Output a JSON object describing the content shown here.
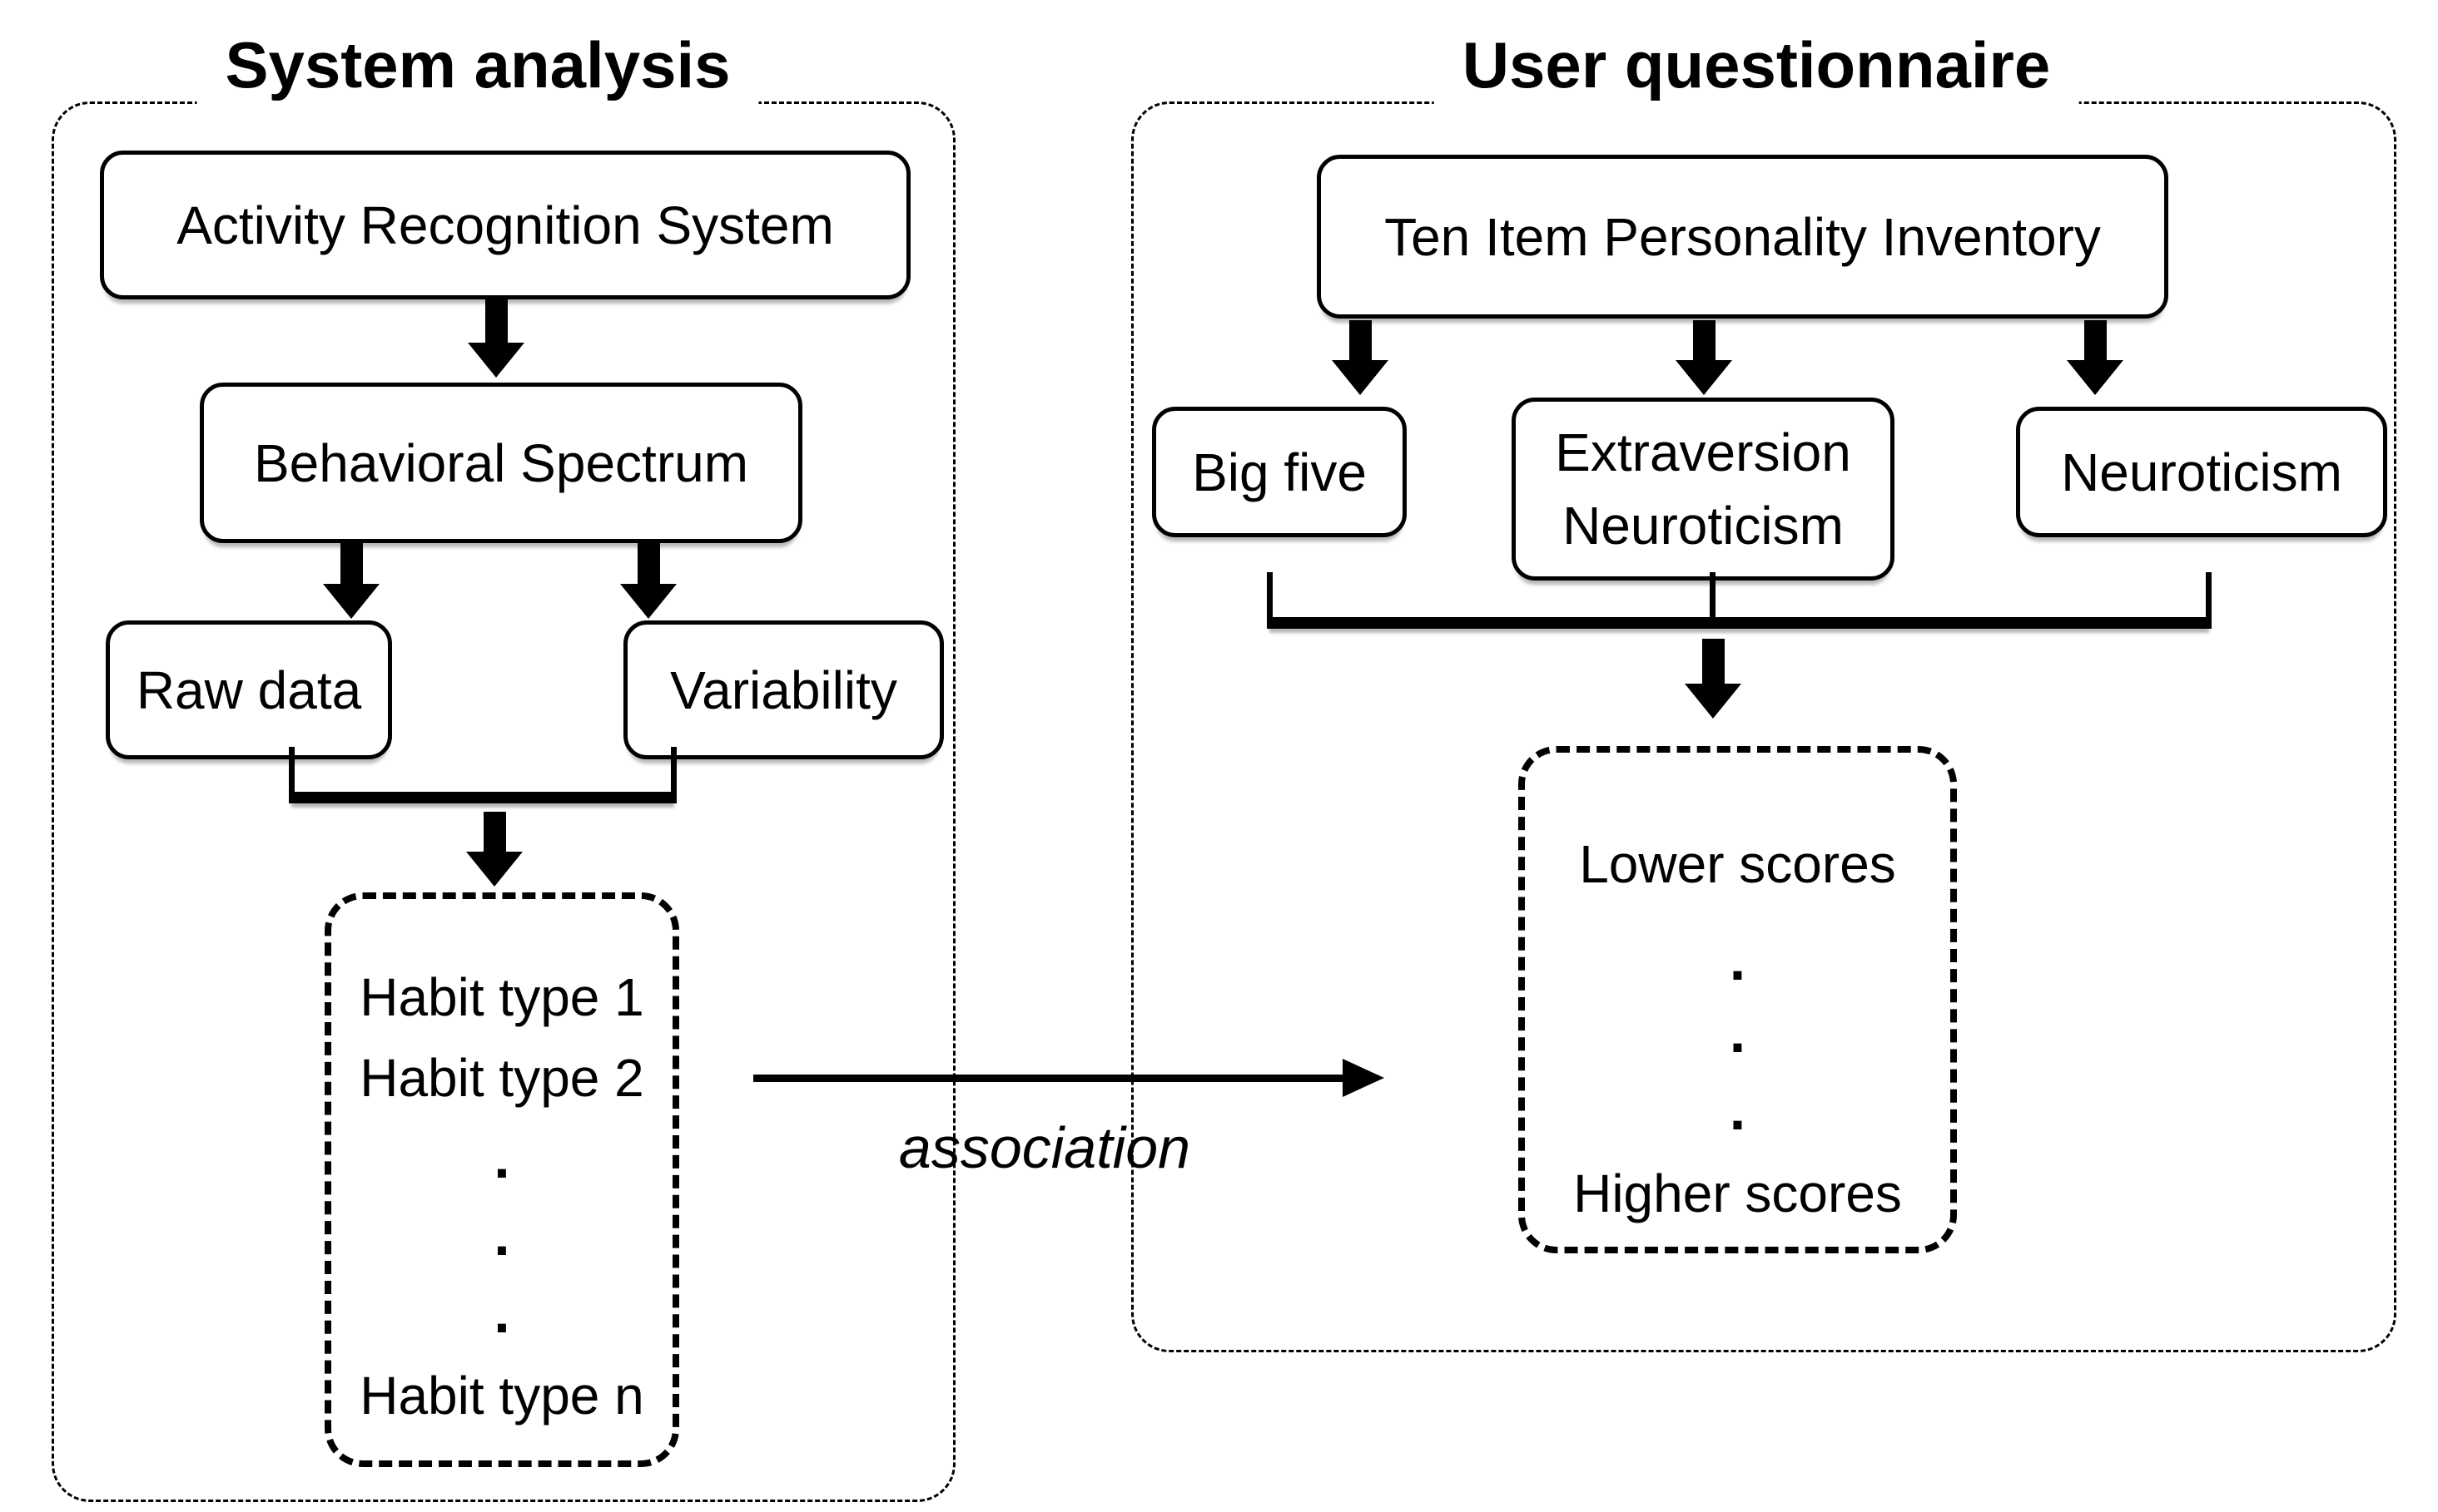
{
  "colors": {
    "ink": "#000000",
    "background": "#ffffff"
  },
  "left_section": {
    "title": "System analysis",
    "boxes": {
      "activity": "Activity Recognition System",
      "spectrum": "Behavioral Spectrum",
      "raw_data": "Raw data",
      "variability": "Variability"
    },
    "habit_box": {
      "line1": "Habit type 1",
      "line2": "Habit type 2",
      "dot1": ".",
      "dot2": ".",
      "dot3": ".",
      "line_n": "Habit type n"
    }
  },
  "association": {
    "label": "association"
  },
  "right_section": {
    "title": "User questionnaire",
    "boxes": {
      "tipi": "Ten Item Personality Inventory",
      "big_five": "Big five",
      "extraversion_line1": "Extraversion",
      "extraversion_line2": "Neuroticism",
      "neuroticism": "Neuroticism"
    },
    "scores_box": {
      "top": "Lower scores",
      "dot1": ".",
      "dot2": ".",
      "dot3": ".",
      "bottom": "Higher scores"
    }
  }
}
